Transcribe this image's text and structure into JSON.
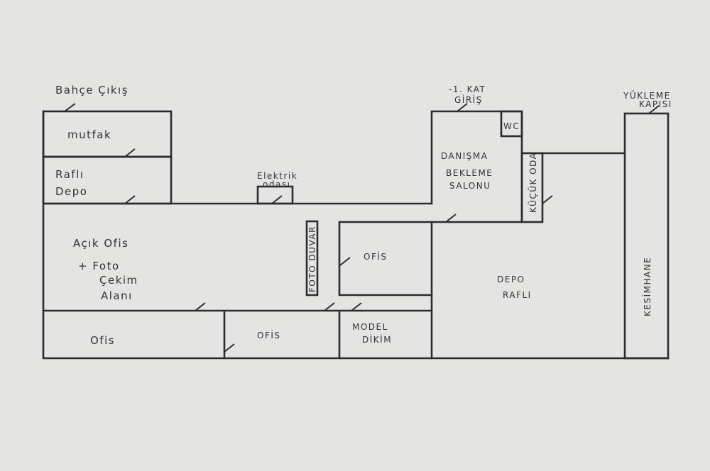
{
  "plan": {
    "labels": {
      "garden_exit": "Bahçe Çıkış",
      "kitchen": "mutfak",
      "shelf_storage_1": "Raflı",
      "shelf_storage_2": "Depo",
      "electric_1": "Elektrik",
      "electric_2": "odası",
      "open_office_1": "Açık Ofis",
      "open_office_2": "+ Foto",
      "open_office_3": "Çekim",
      "open_office_4": "Alanı",
      "photo_wall": "FOTO DUVAR",
      "office_center": "OFİS",
      "basement_entry_1": "-1. KAT",
      "basement_entry_2": "GİRİŞ",
      "wc": "WC",
      "reception_1": "DANIŞMA",
      "reception_2": "BEKLEME",
      "reception_3": "SALONU",
      "small_room": "KÜÇÜK ODA",
      "loading_door_1": "YÜKLEME",
      "loading_door_2": "KAPISI",
      "cutting_room": "KESİMHANE",
      "storage_1": "DEPO",
      "storage_2": "RAFLI",
      "office_bottom_left": "Ofis",
      "office_bottom_mid": "OFİS",
      "model_sewing_1": "MODEL",
      "model_sewing_2": "DİKİM"
    }
  }
}
